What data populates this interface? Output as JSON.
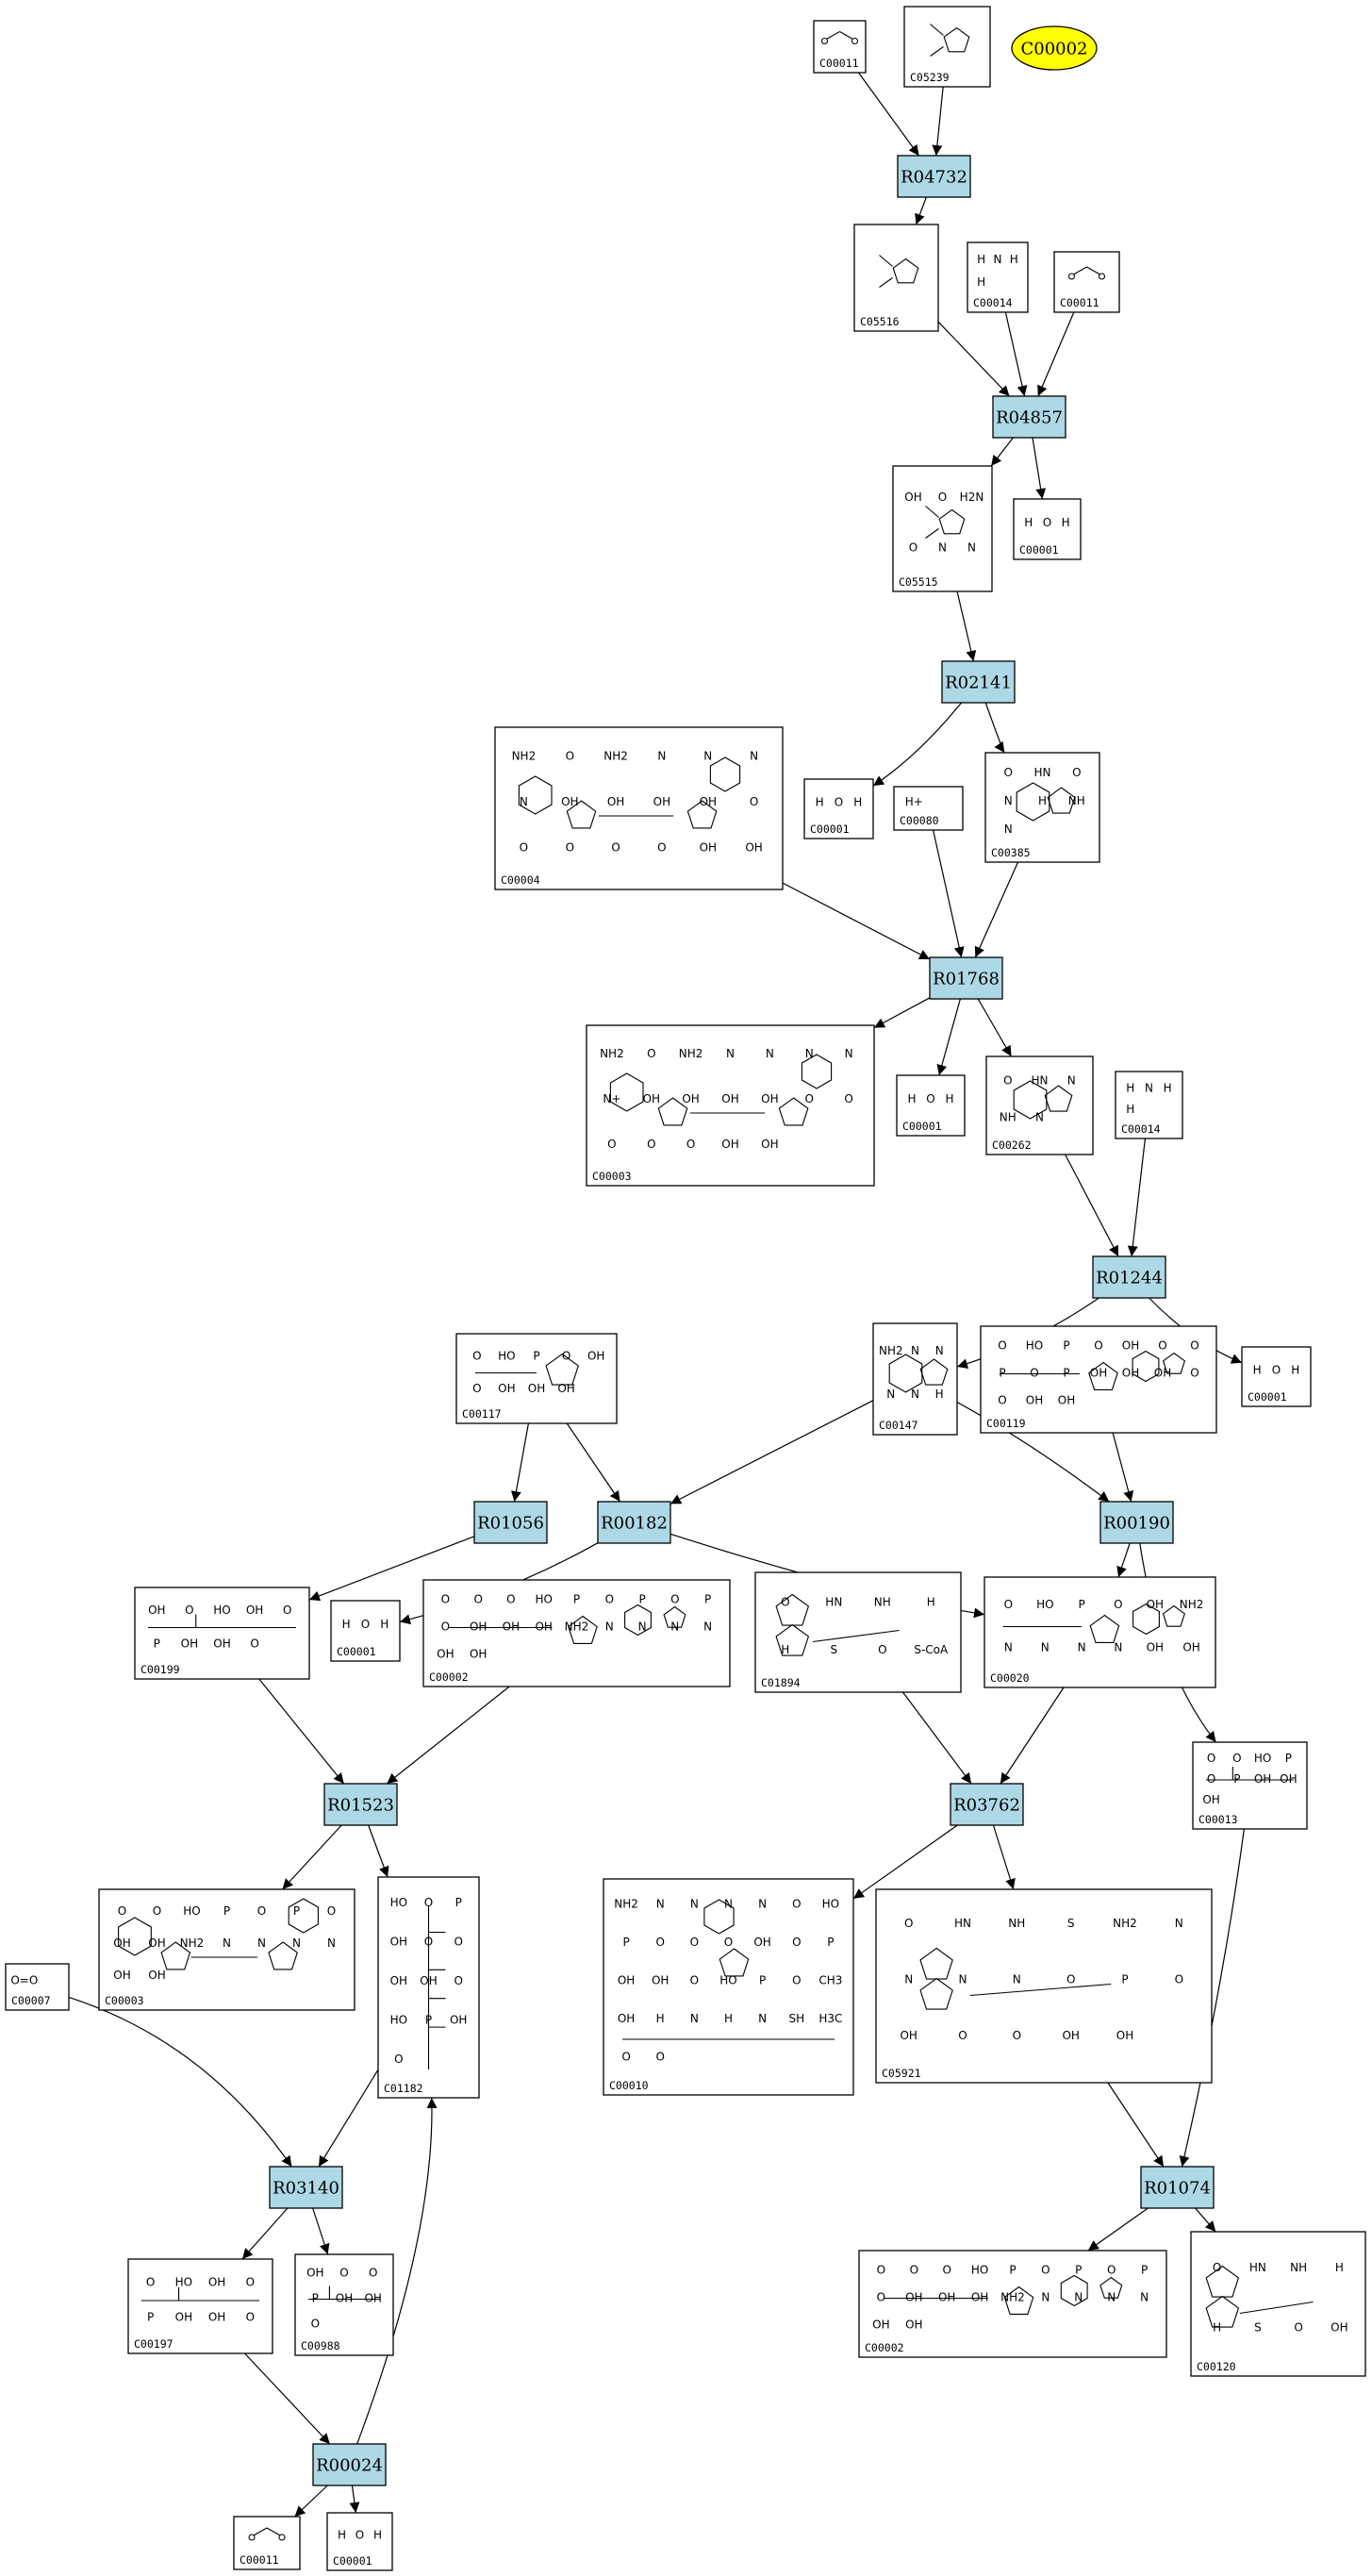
{
  "legend": {
    "label": "C00002"
  },
  "reactions": [
    {
      "id": "R04732",
      "label": "R04732"
    },
    {
      "id": "R04857",
      "label": "R04857"
    },
    {
      "id": "R02141",
      "label": "R02141"
    },
    {
      "id": "R01768",
      "label": "R01768"
    },
    {
      "id": "R01244",
      "label": "R01244"
    },
    {
      "id": "R01056",
      "label": "R01056"
    },
    {
      "id": "R00182",
      "label": "R00182"
    },
    {
      "id": "R00190",
      "label": "R00190"
    },
    {
      "id": "R01523",
      "label": "R01523"
    },
    {
      "id": "R03762",
      "label": "R03762"
    },
    {
      "id": "R03140",
      "label": "R03140"
    },
    {
      "id": "R01074",
      "label": "R01074"
    },
    {
      "id": "R00024",
      "label": "R00024"
    }
  ],
  "compounds": [
    {
      "id": "c1",
      "label": "C00011",
      "structure": "carbon-dioxide"
    },
    {
      "id": "c2",
      "label": "C05239",
      "structure": "imidazole"
    },
    {
      "id": "c3",
      "label": "C05516",
      "structure": "aminoimidazole-carboxylic-acid"
    },
    {
      "id": "c4",
      "label": "C00014",
      "structure": "ammonia",
      "atoms": [
        "H",
        "N",
        "H",
        "H"
      ]
    },
    {
      "id": "c5",
      "label": "C00011",
      "structure": "carbon-dioxide"
    },
    {
      "id": "c6",
      "label": "C05515",
      "structure": "ureidoimidazole-carboxylic-acid",
      "atoms": [
        "OH",
        "O",
        "H2N",
        "O",
        "N",
        "N"
      ]
    },
    {
      "id": "c7",
      "label": "C00001",
      "structure": "water",
      "atoms": [
        "H",
        "O",
        "H"
      ]
    },
    {
      "id": "c8",
      "label": "C00004",
      "structure": "nadh",
      "atoms": [
        "NH2",
        "O",
        "NH2",
        "N",
        "N",
        "N",
        "N",
        "OH",
        "OH",
        "OH",
        "OH",
        "O",
        "O",
        "O",
        "O",
        "O",
        "OH",
        "OH"
      ]
    },
    {
      "id": "c9",
      "label": "C00001",
      "structure": "water",
      "atoms": [
        "H",
        "O",
        "H"
      ]
    },
    {
      "id": "c10",
      "label": "C00080",
      "structure": "proton",
      "atoms": [
        "H+"
      ]
    },
    {
      "id": "c11",
      "label": "C00385",
      "structure": "xanthine",
      "atoms": [
        "O",
        "HN",
        "O",
        "N",
        "H",
        "NH",
        "N"
      ]
    },
    {
      "id": "c12",
      "label": "C00003",
      "structure": "nad",
      "atoms": [
        "NH2",
        "O",
        "NH2",
        "N",
        "N",
        "N",
        "N",
        "N+",
        "OH",
        "OH",
        "OH",
        "OH",
        "O",
        "O",
        "O",
        "O",
        "O",
        "OH",
        "OH"
      ]
    },
    {
      "id": "c13",
      "label": "C00001",
      "structure": "water",
      "atoms": [
        "H",
        "O",
        "H"
      ]
    },
    {
      "id": "c14",
      "label": "C00262",
      "structure": "hypoxanthine",
      "atoms": [
        "O",
        "HN",
        "N",
        "NH",
        "N"
      ]
    },
    {
      "id": "c15",
      "label": "C00014",
      "structure": "ammonia",
      "atoms": [
        "H",
        "N",
        "H",
        "H"
      ]
    },
    {
      "id": "c16",
      "label": "C00117",
      "structure": "ribose-5-phosphate",
      "atoms": [
        "O",
        "HO",
        "P",
        "O",
        "OH",
        "O",
        "OH",
        "OH",
        "OH"
      ]
    },
    {
      "id": "c17",
      "label": "C00147",
      "structure": "adenine",
      "atoms": [
        "NH2",
        "N",
        "N",
        "N",
        "N",
        "H"
      ]
    },
    {
      "id": "c18",
      "label": "C00119",
      "structure": "prpp",
      "atoms": [
        "O",
        "HO",
        "P",
        "O",
        "OH",
        "O",
        "O",
        "P",
        "O",
        "P",
        "OH",
        "OH",
        "OH",
        "O",
        "O",
        "OH",
        "OH"
      ]
    },
    {
      "id": "c19",
      "label": "C00001",
      "structure": "water",
      "atoms": [
        "H",
        "O",
        "H"
      ]
    },
    {
      "id": "c20",
      "label": "C00199",
      "structure": "ribulose-5-phosphate",
      "atoms": [
        "OH",
        "O",
        "HO",
        "OH",
        "O",
        "P",
        "OH",
        "OH",
        "O"
      ]
    },
    {
      "id": "c21",
      "label": "C00001",
      "structure": "water",
      "atoms": [
        "H",
        "O",
        "H"
      ]
    },
    {
      "id": "c22",
      "label": "C00002",
      "structure": "atp",
      "atoms": [
        "O",
        "O",
        "O",
        "HO",
        "P",
        "O",
        "P",
        "O",
        "P",
        "O",
        "OH",
        "OH",
        "OH",
        "NH2",
        "N",
        "N",
        "N",
        "N",
        "OH",
        "OH"
      ]
    },
    {
      "id": "c23",
      "label": "C01894",
      "structure": "biotinyl-coa",
      "atoms": [
        "O",
        "HN",
        "NH",
        "H",
        "H",
        "S",
        "O",
        "S-CoA"
      ]
    },
    {
      "id": "c24",
      "label": "C00020",
      "structure": "amp",
      "atoms": [
        "O",
        "HO",
        "P",
        "O",
        "OH",
        "NH2",
        "N",
        "N",
        "N",
        "N",
        "OH",
        "OH"
      ]
    },
    {
      "id": "c25",
      "label": "C00013",
      "structure": "pyrophosphate",
      "atoms": [
        "O",
        "O",
        "HO",
        "P",
        "O",
        "P",
        "OH",
        "OH",
        "OH"
      ]
    },
    {
      "id": "c26",
      "label": "C00003",
      "structure": "nad",
      "atoms": [
        "O",
        "O",
        "HO",
        "P",
        "O",
        "P",
        "O",
        "OH",
        "OH",
        "NH2",
        "N",
        "N",
        "N",
        "N",
        "OH",
        "OH"
      ]
    },
    {
      "id": "c27",
      "label": "C01182",
      "structure": "ribulose-bisphosphate",
      "atoms": [
        "HO",
        "O",
        "P",
        "OH",
        "O",
        "O",
        "OH",
        "OH",
        "O",
        "HO",
        "P",
        "OH",
        "O"
      ]
    },
    {
      "id": "c28",
      "label": "C00010",
      "structure": "coenzyme-a",
      "atoms": [
        "NH2",
        "N",
        "N",
        "N",
        "N",
        "O",
        "HO",
        "P",
        "O",
        "O",
        "O",
        "OH",
        "O",
        "P",
        "OH",
        "OH",
        "O",
        "HO",
        "P",
        "O",
        "CH3",
        "OH",
        "H",
        "N",
        "H",
        "N",
        "SH",
        "H3C",
        "O",
        "O"
      ]
    },
    {
      "id": "c29",
      "label": "C05921",
      "structure": "biotinyl-amp",
      "atoms": [
        "O",
        "HN",
        "NH",
        "S",
        "NH2",
        "N",
        "N",
        "N",
        "N",
        "O",
        "P",
        "O",
        "OH",
        "O",
        "O",
        "OH",
        "OH"
      ]
    },
    {
      "id": "c30",
      "label": "C00007",
      "structure": "oxygen",
      "atoms": [
        "O=O"
      ]
    },
    {
      "id": "c31",
      "label": "C00197",
      "structure": "3-phosphoglycerate",
      "atoms": [
        "O",
        "HO",
        "OH",
        "O",
        "P",
        "OH",
        "OH",
        "O"
      ]
    },
    {
      "id": "c32",
      "label": "C00988",
      "structure": "phosphoglycolate",
      "atoms": [
        "OH",
        "O",
        "O",
        "P",
        "OH",
        "OH",
        "O"
      ]
    },
    {
      "id": "c33",
      "label": "C00002",
      "structure": "atp",
      "atoms": [
        "O",
        "O",
        "O",
        "HO",
        "P",
        "O",
        "P",
        "O",
        "P",
        "O",
        "OH",
        "OH",
        "OH",
        "NH2",
        "N",
        "N",
        "N",
        "N",
        "OH",
        "OH"
      ]
    },
    {
      "id": "c34",
      "label": "C00120",
      "structure": "biotin",
      "atoms": [
        "O",
        "HN",
        "NH",
        "H",
        "H",
        "S",
        "O",
        "OH"
      ]
    },
    {
      "id": "c35",
      "label": "C00011",
      "structure": "carbon-dioxide"
    },
    {
      "id": "c36",
      "label": "C00001",
      "structure": "water",
      "atoms": [
        "H",
        "O",
        "H"
      ]
    }
  ]
}
